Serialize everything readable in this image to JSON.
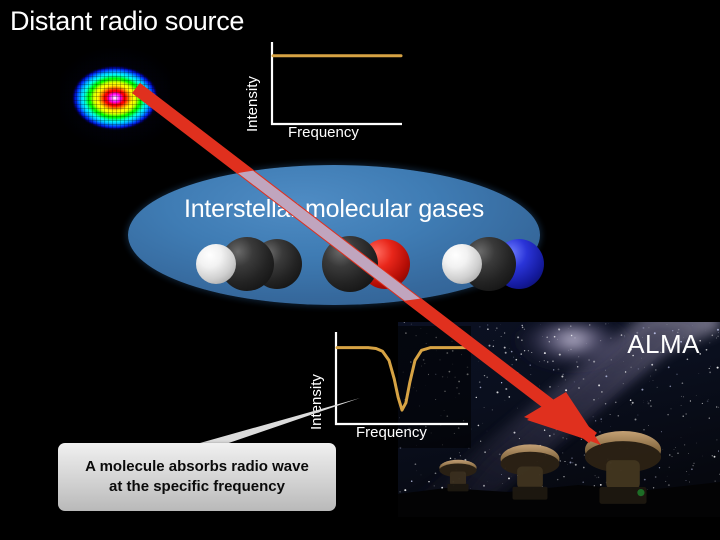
{
  "title": "Distant radio source",
  "colors": {
    "background": "#000000",
    "cloud_blue": "#3f7cb4",
    "arrow_red": "#e0301e",
    "spectrum_gold": "#d7a344",
    "axis_white": "#ffffff",
    "callout_gray": "#d5d5d5"
  },
  "radio_source": {
    "name": "radio source image",
    "colormap": "rainbow"
  },
  "cloud": {
    "label": "Interstellar molecular gases",
    "molecules": [
      {
        "name": "acetylene-fragment",
        "atoms": [
          {
            "element": "H",
            "color": "#e8e8e8"
          },
          {
            "element": "C",
            "color": "#262626"
          },
          {
            "element": "C",
            "color": "#262626"
          }
        ]
      },
      {
        "name": "carbon-monoxide",
        "atoms": [
          {
            "element": "C",
            "color": "#262626"
          },
          {
            "element": "O",
            "color": "#cc1a10"
          }
        ]
      },
      {
        "name": "hydrogen-cyanide",
        "atoms": [
          {
            "element": "H",
            "color": "#e8e8e8"
          },
          {
            "element": "C",
            "color": "#262626"
          },
          {
            "element": "N",
            "color": "#1f27c0"
          }
        ]
      }
    ]
  },
  "photo": {
    "label": "ALMA",
    "description": "Milky Way over ALMA radio telescope antennas"
  },
  "callout": {
    "line1": "A molecule absorbs radio wave",
    "line2": "at the specific frequency"
  },
  "chart_data": [
    {
      "type": "line",
      "name": "continuum-spectrum",
      "title": "",
      "xlabel": "Frequency",
      "ylabel": "Intensity",
      "xlim": [
        0,
        100
      ],
      "ylim": [
        0,
        1
      ],
      "grid": false,
      "legend": "none",
      "series": [
        {
          "name": "Intensity",
          "color": "#d7a344",
          "x": [
            0,
            10,
            20,
            30,
            40,
            50,
            60,
            70,
            80,
            90,
            100
          ],
          "values": [
            0.82,
            0.82,
            0.82,
            0.82,
            0.82,
            0.82,
            0.82,
            0.82,
            0.82,
            0.82,
            0.82
          ]
        }
      ]
    },
    {
      "type": "line",
      "name": "absorption-spectrum",
      "title": "",
      "xlabel": "Frequency",
      "ylabel": "Intensity",
      "xlim": [
        0,
        100
      ],
      "ylim": [
        0,
        1
      ],
      "grid": false,
      "legend": "none",
      "annotation": "absorption dip at the specific frequency",
      "series": [
        {
          "name": "Intensity",
          "color": "#d7a344",
          "x": [
            0,
            8,
            16,
            24,
            30,
            35,
            40,
            44,
            47,
            50,
            53,
            56,
            60,
            65,
            72,
            80,
            88,
            100
          ],
          "values": [
            0.82,
            0.82,
            0.82,
            0.82,
            0.81,
            0.78,
            0.68,
            0.48,
            0.28,
            0.14,
            0.22,
            0.44,
            0.68,
            0.79,
            0.82,
            0.82,
            0.82,
            0.82
          ]
        }
      ]
    }
  ]
}
